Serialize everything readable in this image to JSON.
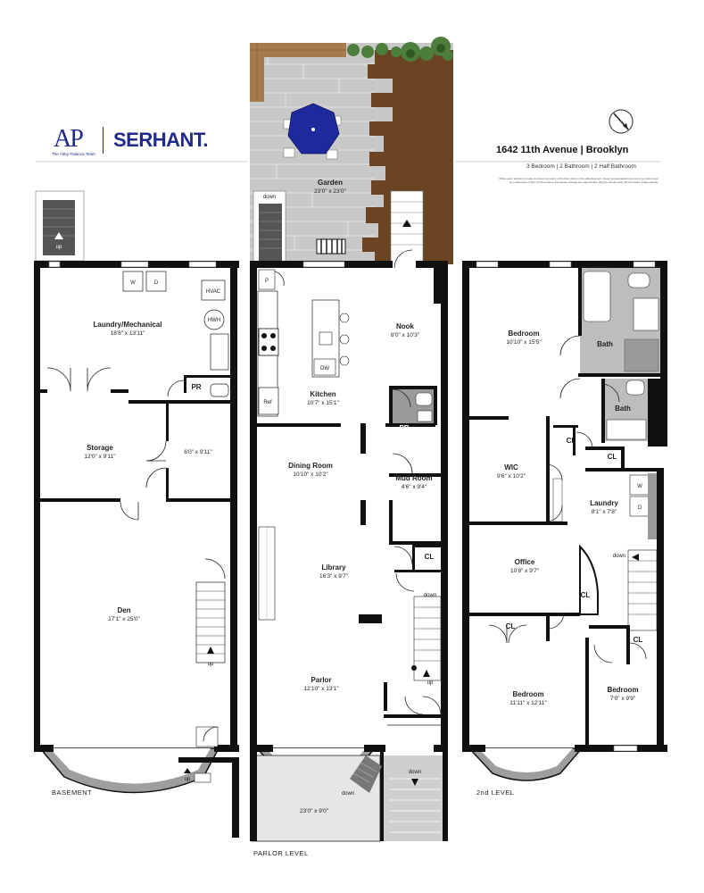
{
  "header": {
    "logo_ap": "AP",
    "logo_ap_sub": "The Abby Palanca Team",
    "logo_serhant": "SERHANT.",
    "address": "1642 11th Avenue | Brooklyn",
    "summary": "3 Bedroom | 2 Bathroom | 2 Half Bathroom",
    "disclaimer": "While every attempt is made to ensure accuracy of the floor plans in the advertisement, these representations are not to be relied upon as a statement of fact. All dimensions and square footage are approximate. Buyers should verify all information independently."
  },
  "levels": {
    "basement": "BASEMENT",
    "parlor": "PARLOR LEVEL",
    "second": "2nd LEVEL"
  },
  "rooms": {
    "garden": {
      "name": "Garden",
      "dim": "23'0\" x 23'0\""
    },
    "laundry_mech": {
      "name": "Laundry/Mechanical",
      "dim": "18'8\" x 13'11\""
    },
    "storage": {
      "name": "Storage",
      "dim": "12'0\" x 9'11\""
    },
    "storage2_dim": "6'0\" x 9'11\"",
    "pr_basement": "PR",
    "den": {
      "name": "Den",
      "dim": "17'1\" x 25'0\""
    },
    "kitchen": {
      "name": "Kitchen",
      "dim": "10'7\" x 15'1\""
    },
    "nook": {
      "name": "Nook",
      "dim": "8'0\" x 10'3\""
    },
    "pr_parlor": "PR",
    "dining": {
      "name": "Dining Room",
      "dim": "10'10\" x 10'2\""
    },
    "mud": {
      "name": "Mud Room",
      "dim": "4'6\" x 9'4\""
    },
    "library": {
      "name": "Library",
      "dim": "16'3\" x 9'7\""
    },
    "parlor": {
      "name": "Parlor",
      "dim": "12'10\" x 13'1\""
    },
    "stoop_dim": "23'0\" x 9'0\"",
    "bedroom_rear": {
      "name": "Bedroom",
      "dim": "10'10\" x 15'5\""
    },
    "bath1": "Bath",
    "bath2": "Bath",
    "wic": {
      "name": "WIC",
      "dim": "9'6\" x 10'2\""
    },
    "laundry2": {
      "name": "Laundry",
      "dim": "8'1\" x 7'8\""
    },
    "office": {
      "name": "Office",
      "dim": "10'8\" x 9'7\""
    },
    "bedroom_front": {
      "name": "Bedroom",
      "dim": "11'11\" x 12'11\""
    },
    "bedroom_small": {
      "name": "Bedroom",
      "dim": "7'0\" x 9'9\""
    }
  },
  "fixtures": {
    "w": "W",
    "d": "D",
    "hvac": "HVAC",
    "hwh": "HWH",
    "p": "P",
    "ref": "Ref",
    "dw": "DW",
    "cl": "CL"
  },
  "stairs": {
    "up": "up",
    "down": "down"
  },
  "colors": {
    "brand": "#1f2a8a",
    "pavers": "#c8c8c8",
    "soil": "#6b4423",
    "deck": "#a47a4e",
    "window_bay": "#9e9e9e",
    "bath": "#bdbdbd",
    "umbrella": "#1e2a9c"
  }
}
